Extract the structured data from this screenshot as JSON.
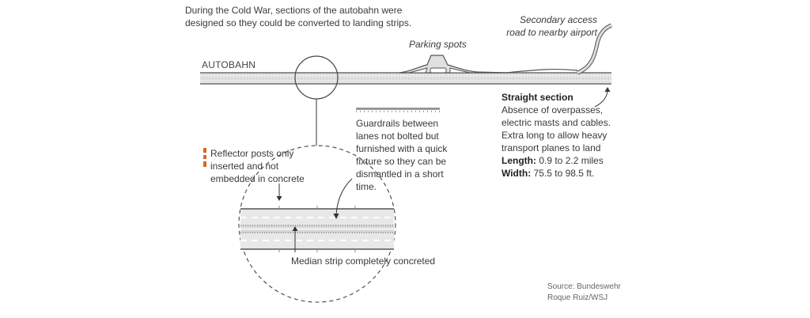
{
  "intro": "During the Cold War, sections of the autobahn were designed so they could be converted to landing strips.",
  "road_label": "AUTOBAHN",
  "parking_label": "Parking spots",
  "secondary_label_line1": "Secondary access",
  "secondary_label_line2": "road to nearby airport",
  "straight": {
    "title": "Straight section",
    "body": "Absence of overpasses, electric masts and cables. Extra long to allow heavy transport planes to land",
    "length_label": "Length:",
    "length_value": " 0.9 to 2.2 miles",
    "width_label": "Width:",
    "width_value": " 75.5 to 98.5 ft."
  },
  "guardrails": "Guardrails between lanes not bolted but furnished with a quick fixture so they can be dismantled in a short time.",
  "reflector": "Reflector posts only inserted and not embedded in concrete",
  "median": "Median strip completely concreted",
  "source_line1": "Source: Bundeswehr",
  "source_line2": "Roque Ruiz/WSJ",
  "colors": {
    "road_fill": "#e6e6e6",
    "road_edge": "#6b6b6b",
    "reflector_orange": "#d9662a",
    "text": "#3a3a3a"
  }
}
